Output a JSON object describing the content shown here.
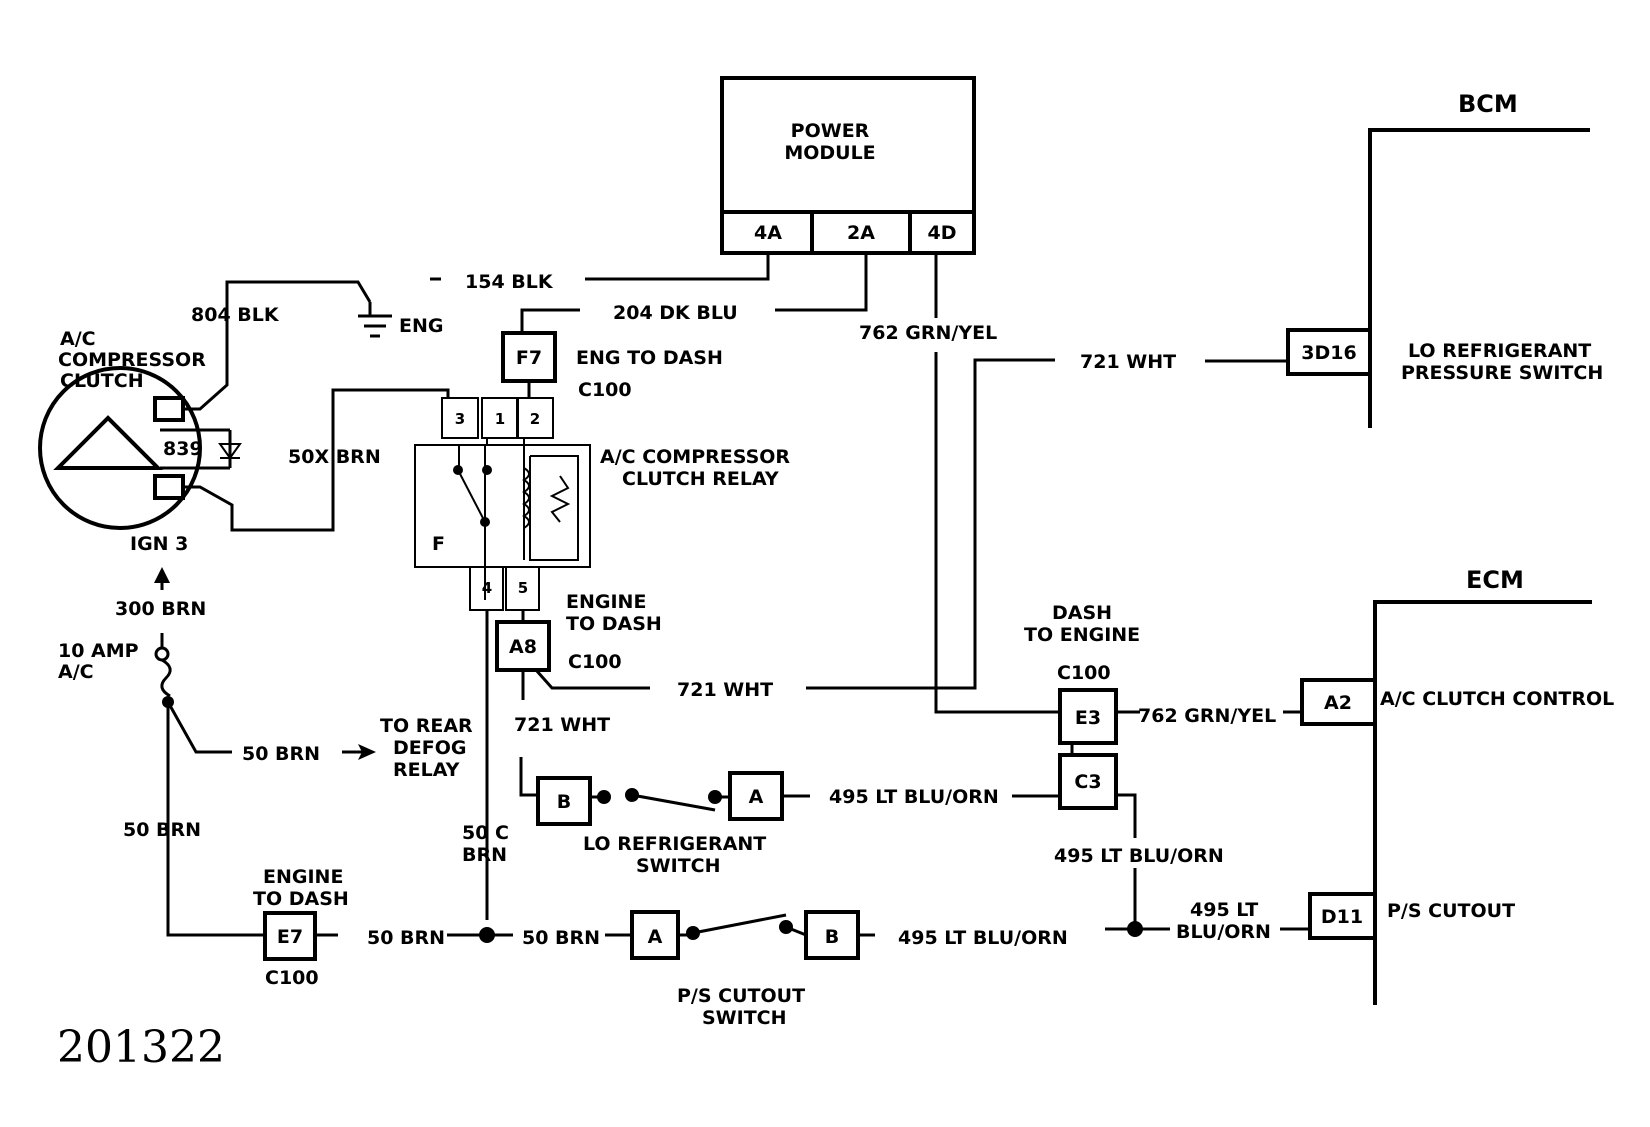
{
  "labels": {
    "power_module": [
      "POWER",
      "MODULE"
    ],
    "pm_pin_4a": "4A",
    "pm_pin_2a": "2A",
    "pm_pin_4d": "4D",
    "bcm": "BCM",
    "ecm": "ECM",
    "wire_154_blk": "154 BLK",
    "wire_804_blk": "804 BLK",
    "eng_ground": "ENG",
    "wire_204_dk_blu": "204 DK BLU",
    "wire_762_grn_yel_top": "762 GRN/YEL",
    "ac_compressor_clutch": [
      "A/C",
      "COMPRESSOR",
      "CLUTCH"
    ],
    "conn_f7": "F7",
    "eng_to_dash_f7": "ENG TO DASH",
    "c100_f7": "C100",
    "wire_721_wht_top": "721 WHT",
    "conn_3d16": "3D16",
    "lo_ref_pressure_switch": [
      "LO REFRIGERANT",
      "PRESSURE SWITCH"
    ],
    "diode_839": "839",
    "wire_50x_brn": "50X BRN",
    "relay_pin_3": "3",
    "relay_pin_1": "1",
    "relay_pin_2": "2",
    "relay_pin_4": "4",
    "relay_pin_5": "5",
    "relay_fuse_f": "F",
    "ac_relay": [
      "A/C COMPRESSOR",
      "CLUTCH RELAY"
    ],
    "ign3": "IGN 3",
    "wire_300_brn": "300 BRN",
    "fuse_10amp": [
      "10 AMP",
      "A/C"
    ],
    "engine_to_dash_a8": [
      "ENGINE",
      "TO DASH"
    ],
    "conn_a8": "A8",
    "c100_a8": "C100",
    "wire_721_wht_mid": "721 WHT",
    "dash_to_engine": [
      "DASH",
      "TO ENGINE"
    ],
    "c100_e3": "C100",
    "conn_e3": "E3",
    "conn_c3": "C3",
    "wire_762_grn_yel_ecm": "762 GRN/YEL",
    "conn_a2": "A2",
    "ac_clutch_control": "A/C CLUTCH CONTROL",
    "wire_721_wht_low": "721 WHT",
    "wire_50_brn_defog": "50 BRN",
    "to_rear_defog": [
      "TO REAR",
      "DEFOG",
      "RELAY"
    ],
    "lo_sw_b": "B",
    "lo_sw_a": "A",
    "wire_495_a": "495 LT BLU/ORN",
    "lo_ref_switch": [
      "LO REFRIGERANT",
      "SWITCH"
    ],
    "wire_495_b": "495 LT BLU/ORN",
    "wire_50_brn_left": "50 BRN",
    "wire_50c_brn": [
      "50 C",
      "BRN"
    ],
    "engine_to_dash_e7": [
      "ENGINE",
      "TO DASH"
    ],
    "conn_e7": "E7",
    "c100_e7": "C100",
    "wire_50_brn_e7": "50 BRN",
    "wire_50_brn_ps": "50 BRN",
    "ps_sw_a": "A",
    "ps_sw_b": "B",
    "wire_495_c": "495 LT BLU/ORN",
    "wire_495_d": [
      "495 LT",
      "BLU/ORN"
    ],
    "conn_d11": "D11",
    "ps_cutout": "P/S CUTOUT",
    "ps_cutout_switch": [
      "P/S CUTOUT",
      "SWITCH"
    ],
    "figure_number": "201322"
  }
}
